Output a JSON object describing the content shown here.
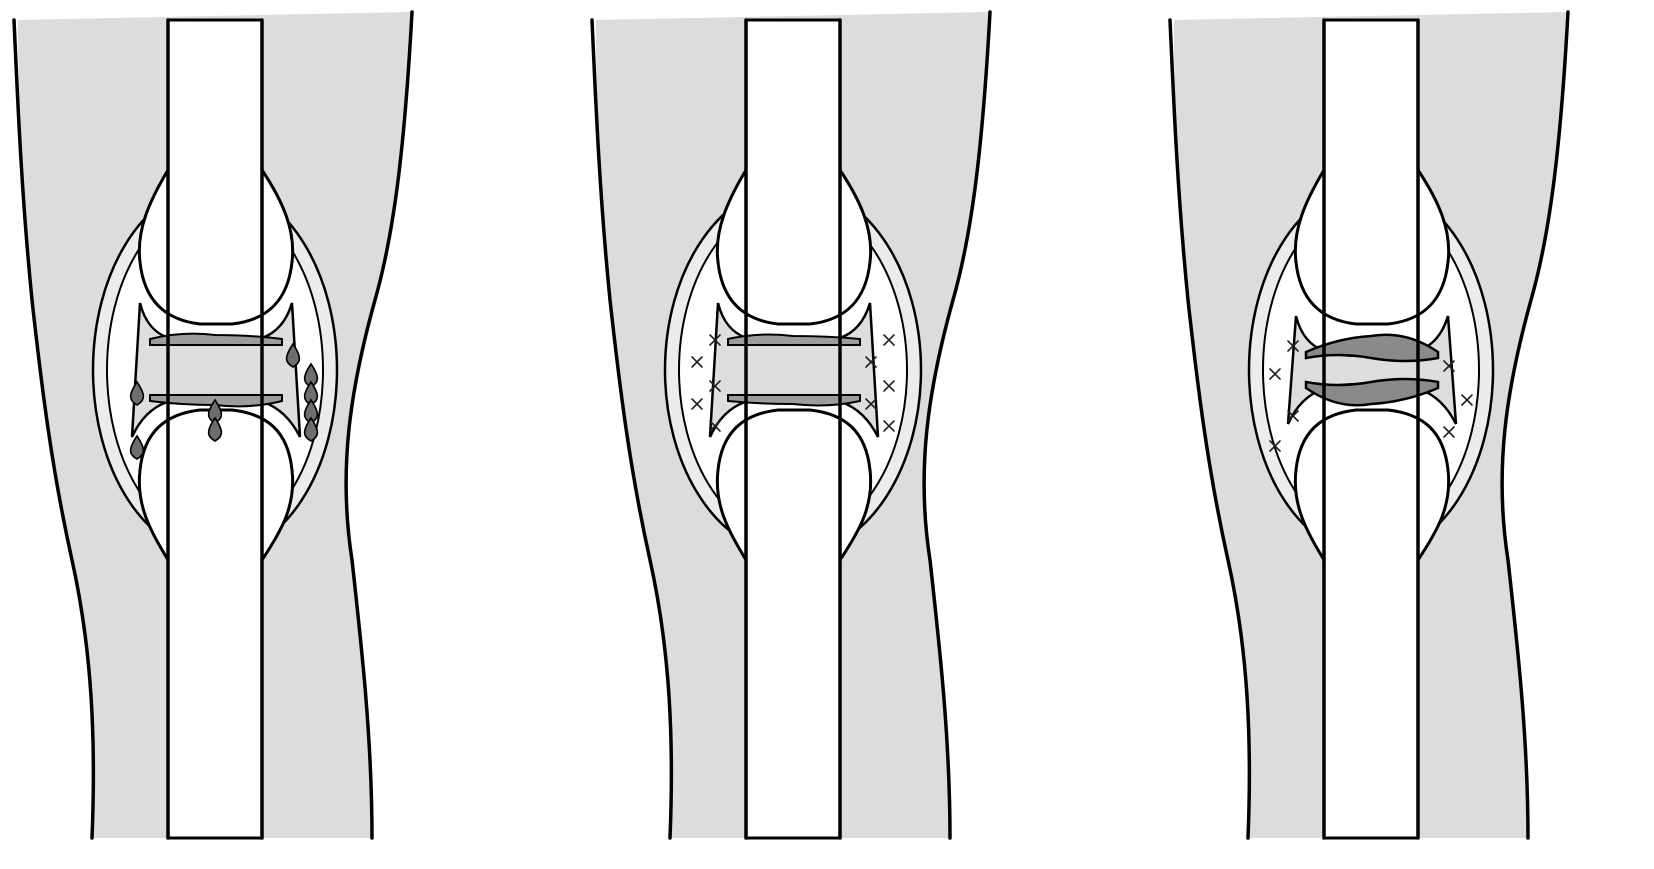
{
  "figure": {
    "panels": [
      {
        "id": "knee-joint-1",
        "marker_icon": "fluid-drop-icon",
        "markers": [
          [
            1,
            -12
          ],
          [
            1,
            8
          ],
          [
            -1,
            26
          ],
          [
            1,
            26
          ],
          [
            0,
            44
          ],
          [
            1,
            44
          ],
          [
            0,
            62
          ],
          [
            1,
            62
          ],
          [
            -1,
            80
          ]
        ]
      },
      {
        "id": "knee-joint-2",
        "marker_icon": "x-mark-icon",
        "markers": [
          [
            -1,
            -30
          ],
          [
            -1,
            -8
          ],
          [
            -1,
            16
          ],
          [
            -1,
            34
          ],
          [
            -1,
            56
          ],
          [
            1,
            -30
          ],
          [
            1,
            -8
          ],
          [
            1,
            16
          ],
          [
            1,
            34
          ],
          [
            1,
            56
          ]
        ]
      },
      {
        "id": "knee-joint-3",
        "marker_icon": "x-mark-icon",
        "markers": [
          [
            -1,
            -24
          ],
          [
            -1,
            4
          ],
          [
            -1,
            46
          ],
          [
            -1,
            76
          ],
          [
            1,
            -4
          ],
          [
            1,
            30
          ],
          [
            1,
            62
          ]
        ]
      }
    ],
    "colors": {
      "soft_tissue": "#dcdcdc",
      "capsule": "#ececec",
      "joint_space": "#dedede",
      "cartilage": "#9c9c9c",
      "outline": "#000000"
    }
  }
}
